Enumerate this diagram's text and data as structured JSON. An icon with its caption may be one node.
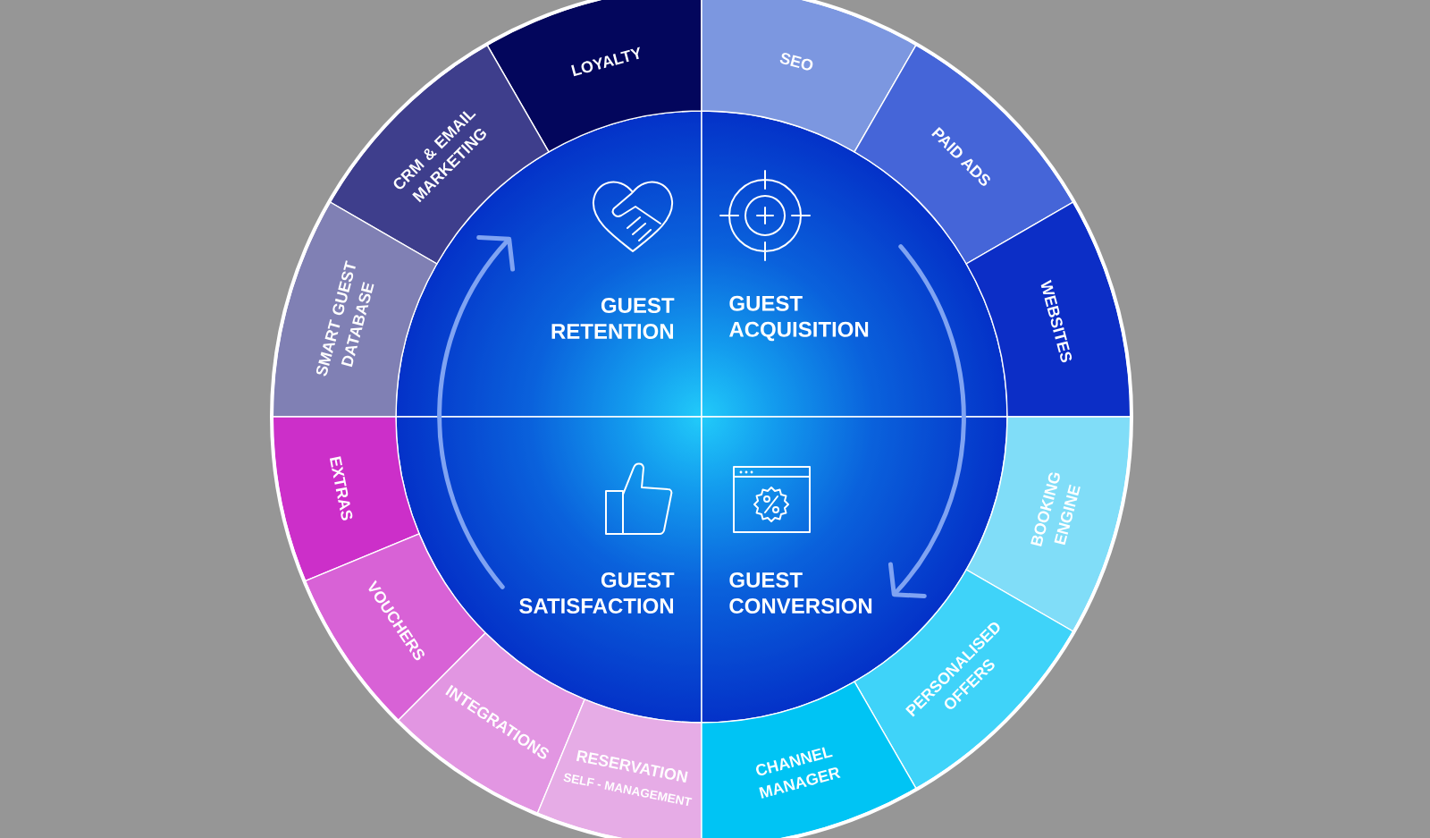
{
  "diagram": {
    "nodes": [
      {
        "text": [
          "GUEST RETENTION"
        ]
      },
      {
        "text": [
          "GUEST ACQUISITION"
        ]
      },
      {
        "text": [
          "GUEST SATISFACTION"
        ]
      },
      {
        "text": [
          "GUEST CONVERSION"
        ]
      },
      {
        "text": [
          "LOYALTY"
        ]
      },
      {
        "text": [
          "CRM & EMAIL MARKETING"
        ]
      },
      {
        "text": [
          "SMART GUEST DATABASE"
        ]
      },
      {
        "text": [
          "SEO"
        ]
      },
      {
        "text": [
          "PAID ADS"
        ]
      },
      {
        "text": [
          "WEBSITES"
        ]
      },
      {
        "text": [
          "EXTRAS"
        ]
      },
      {
        "text": [
          "VOUCHERS"
        ]
      },
      {
        "text": [
          "INTEGRATIONS"
        ]
      },
      {
        "text": [
          "RESERVATION",
          "SELF - MANAGEMENT"
        ]
      },
      {
        "text": [
          "BOOKING ENGINE"
        ]
      },
      {
        "text": [
          "PERSONALISED OFFERS"
        ]
      },
      {
        "text": [
          "CHANNEL MANAGER"
        ]
      }
    ],
    "edges": [
      {
        "from": 2,
        "to": 0,
        "arrow": "to"
      },
      {
        "from": 1,
        "to": 3,
        "arrow": "to"
      }
    ]
  }
}
